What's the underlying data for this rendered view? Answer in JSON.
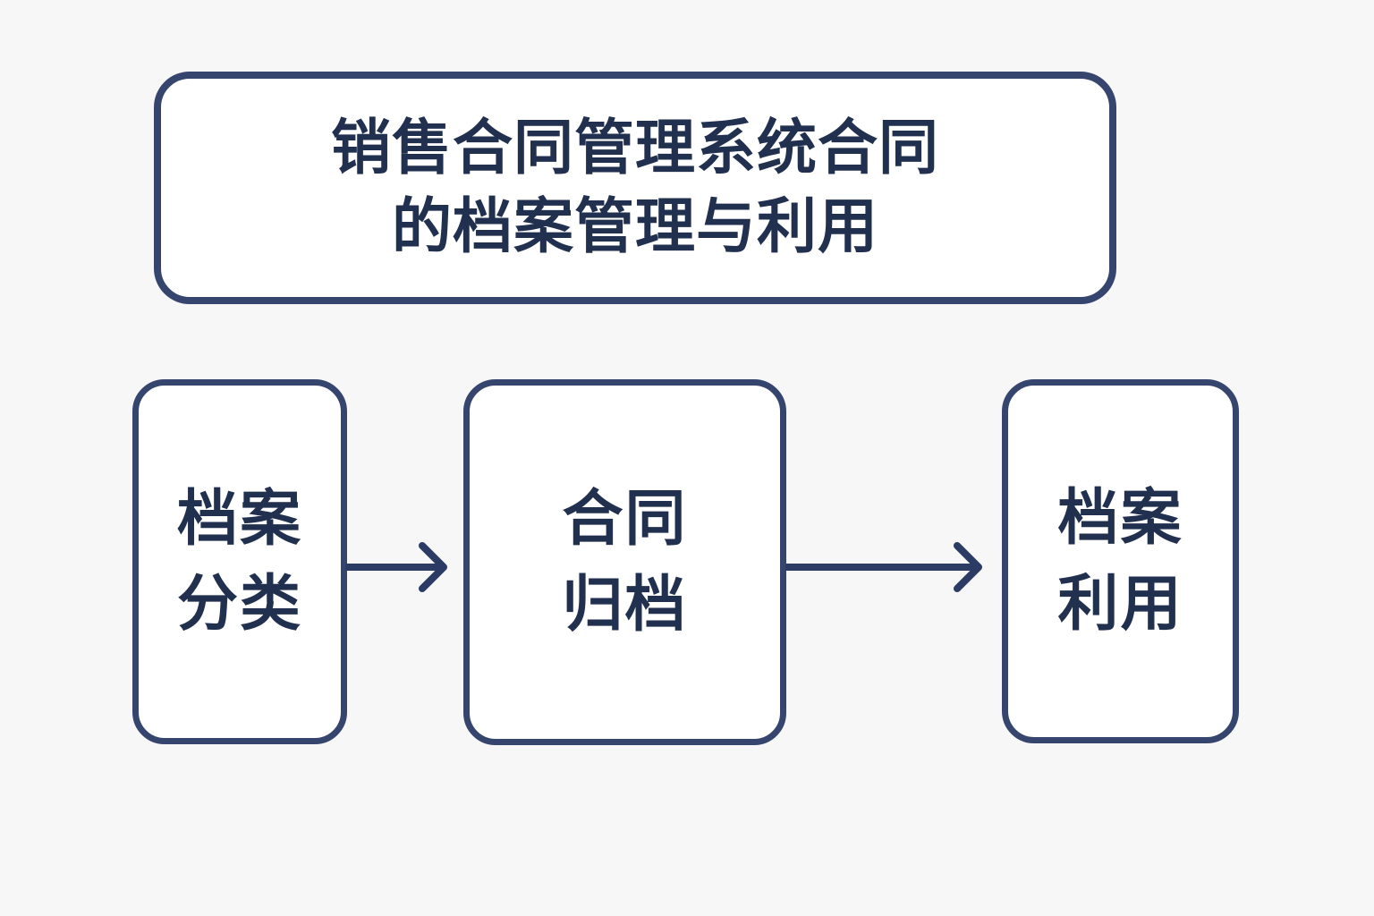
{
  "page": {
    "background_color": "#f7f7f7",
    "accent_color": "#36456e",
    "text_color": "#22304f"
  },
  "title": {
    "full_text": "销售合同管理系统合同的档案管理与利用",
    "line1": "销售合同管理系统合同",
    "line2": "的档案管理与利用"
  },
  "flow": {
    "steps": [
      {
        "id": "archive-classification",
        "full_text": "档案分类",
        "line1": "档案",
        "line2": "分类"
      },
      {
        "id": "contract-filing",
        "full_text": "合同归档",
        "line1": "合同",
        "line2": "归档"
      },
      {
        "id": "archive-utilization",
        "full_text": "档案利用",
        "line1": "档案",
        "line2": "利用"
      }
    ],
    "connectors": [
      {
        "id": "arrow-1",
        "from": "archive-classification",
        "to": "contract-filing",
        "icon": "arrow-right-icon"
      },
      {
        "id": "arrow-2",
        "from": "contract-filing",
        "to": "archive-utilization",
        "icon": "arrow-right-icon"
      }
    ]
  }
}
